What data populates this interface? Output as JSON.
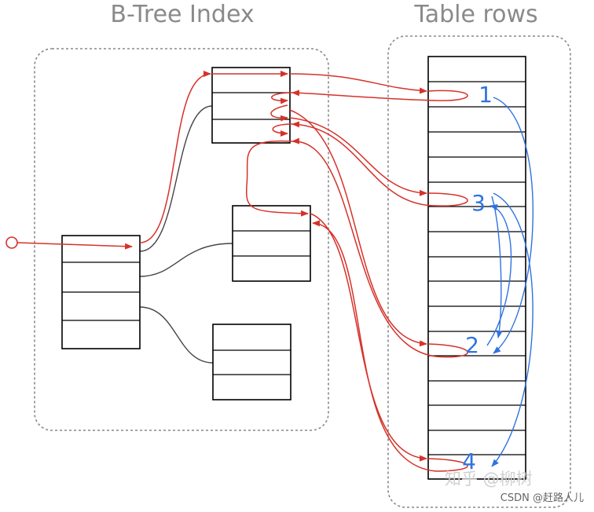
{
  "index_title": "B-Tree Index",
  "table_title": "Table rows",
  "row_markers": [
    "1",
    "3",
    "2",
    "4"
  ],
  "watermark_zhihu": "知乎 @柳树",
  "watermark_csdn": "CSDN @赶路人儿",
  "colors": {
    "index_path": "#d6322a",
    "row_order": "#2f73e0",
    "tree_link": "#444444",
    "region_border": "#888888"
  }
}
